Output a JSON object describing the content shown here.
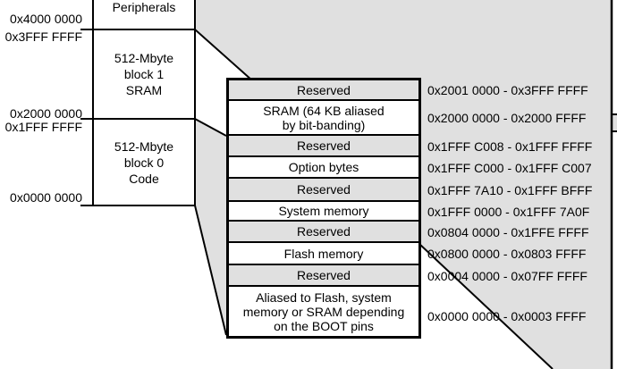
{
  "figure": {
    "kind": "memory-map-diagram",
    "colors": {
      "shade_fill": "#e0e0e0",
      "line": "#000000",
      "row_fill": "#ffffff"
    }
  },
  "left_column": {
    "blocks": [
      {
        "label": "Peripherals"
      },
      {
        "lines": [
          "512-Mbyte",
          "block 1",
          "SRAM"
        ]
      },
      {
        "lines": [
          "512-Mbyte",
          "block 0",
          "Code"
        ]
      }
    ],
    "addresses": [
      "0x4000 0000",
      "0x3FFF FFFF",
      "0x2000 0000",
      "0x1FFF FFFF",
      "0x0000 0000"
    ]
  },
  "memory_table": {
    "rows": [
      {
        "label": "Reserved",
        "range": "0x2001 0000 - 0x3FFF FFFF"
      },
      {
        "label": "SRAM (64 KB aliased by bit-banding)",
        "range": "0x2000 0000 - 0x2000 FFFF"
      },
      {
        "label": "Reserved",
        "range": "0x1FFF C008 - 0x1FFF FFFF"
      },
      {
        "label": "Option bytes",
        "range": "0x1FFF C000 - 0x1FFF C007"
      },
      {
        "label": "Reserved",
        "range": "0x1FFF 7A10 - 0x1FFF BFFF"
      },
      {
        "label": "System memory",
        "range": "0x1FFF 0000 - 0x1FFF 7A0F"
      },
      {
        "label": "Reserved",
        "range": "0x0804 0000 - 0x1FFE FFFF"
      },
      {
        "label": "Flash memory",
        "range": "0x0800 0000 - 0x0803 FFFF"
      },
      {
        "label": "Reserved",
        "range": "0x0004 0000 - 0x07FF FFFF"
      },
      {
        "label": "Aliased to Flash, system memory or SRAM depending on the BOOT pins",
        "range": "0x0000 0000 - 0x0003 FFFF"
      }
    ]
  }
}
